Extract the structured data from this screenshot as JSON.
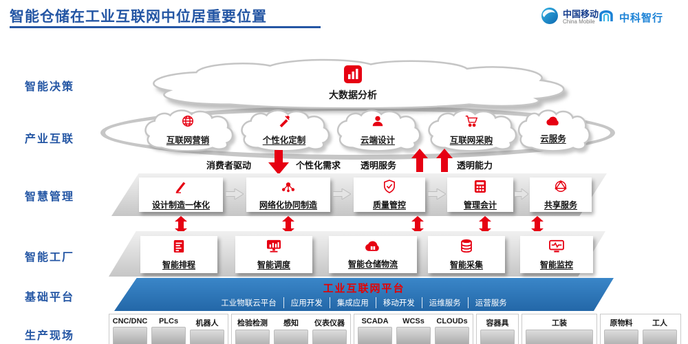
{
  "header": {
    "title": "智能仓储在工业互联网中位居重要位置",
    "logo_china_mobile": {
      "name": "中国移动",
      "subtitle": "China Mobile"
    },
    "logo_partner": {
      "name": "中科智行"
    }
  },
  "colors": {
    "accent": "#e60012",
    "title_blue": "#2456a4",
    "platform_blue": "#2e75b6"
  },
  "rows": {
    "decision": {
      "label": "智能决策",
      "cloud": {
        "title": "大数据分析",
        "icon": "bar-chart-icon"
      }
    },
    "industry": {
      "label": "产业互联",
      "clouds": [
        {
          "label": "互联网营销",
          "icon": "globe-icon"
        },
        {
          "label": "个性化定制",
          "icon": "customization-icon"
        },
        {
          "label": "云端设计",
          "icon": "user-design-icon"
        },
        {
          "label": "互联网采购",
          "icon": "cart-icon"
        },
        {
          "label": "云服务",
          "icon": "cloud-icon"
        }
      ]
    },
    "flow": {
      "labels": [
        "消费者驱动",
        "个性化需求",
        "透明服务",
        "透明能力"
      ]
    },
    "management": {
      "label": "智慧管理",
      "boxes": [
        {
          "label": "设计制造一体化",
          "icon": "design-pen-icon"
        },
        {
          "label": "网络化协同制造",
          "icon": "network-nodes-icon"
        },
        {
          "label": "质量管控",
          "icon": "shield-check-icon"
        },
        {
          "label": "管理会计",
          "icon": "calculator-icon"
        },
        {
          "label": "共享服务",
          "icon": "share-globe-icon"
        }
      ]
    },
    "factory": {
      "label": "智能工厂",
      "boxes": [
        {
          "label": "智能排程",
          "icon": "schedule-doc-icon"
        },
        {
          "label": "智能调度",
          "icon": "dispatch-monitor-icon"
        },
        {
          "label": "智能仓储物流",
          "icon": "cloud-box-icon"
        },
        {
          "label": "智能采集",
          "icon": "database-icon"
        },
        {
          "label": "智能监控",
          "icon": "monitor-pulse-icon"
        }
      ]
    },
    "platform": {
      "label": "基础平台",
      "title": "工业互联网平台",
      "services": [
        "工业物联云平台",
        "应用开发",
        "集成应用",
        "移动开发",
        "运维服务",
        "运营服务"
      ]
    },
    "site": {
      "label": "生产现场",
      "groups": [
        {
          "items": [
            "CNC/DNC",
            "PLCs",
            "机器人"
          ]
        },
        {
          "items": [
            "检验检测",
            "感知",
            "仪表仪器"
          ]
        },
        {
          "items": [
            "SCADA",
            "WCSs",
            "CLOUDs"
          ]
        },
        {
          "items": [
            "容器具"
          ]
        },
        {
          "items": [
            "工装"
          ]
        },
        {
          "items": [
            "原物料",
            "工人"
          ]
        }
      ]
    }
  }
}
